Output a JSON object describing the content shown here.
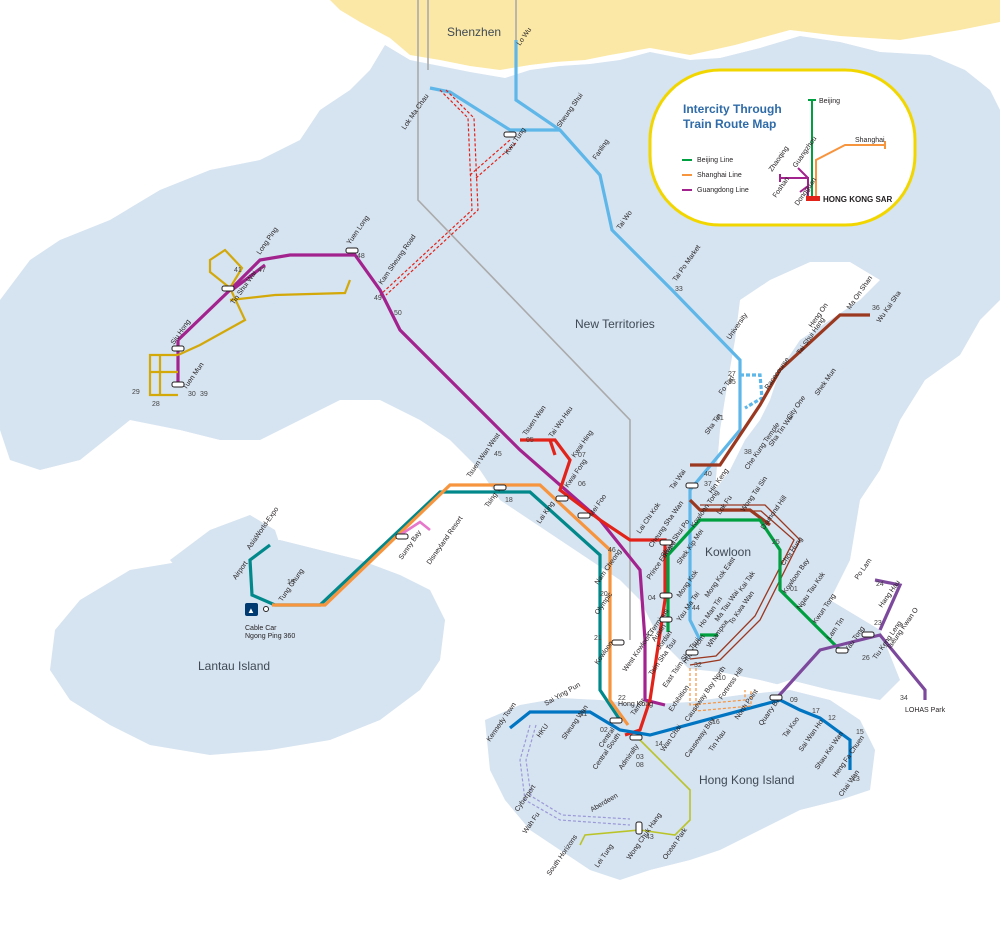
{
  "regions": {
    "shenzhen": "Shenzhen",
    "new_territories": "New Territories",
    "kowloon": "Kowloon",
    "lantau": "Lantau Island",
    "hk_island": "Hong Kong Island"
  },
  "inset": {
    "title_line1": "Intercity Through",
    "title_line2": "Train Route Map",
    "legend": [
      "Beijing Line",
      "Shanghai Line",
      "Guangdong Line"
    ],
    "cities": {
      "beijing": "Beijing",
      "shanghai": "Shanghai",
      "zhaoqing": "Zhaoqing",
      "guangzhou": "Guangzhou",
      "foshan": "Foshan",
      "dongguan": "Dongguan",
      "hksar": "HONG KONG SAR"
    }
  },
  "stations": {
    "lo_wu": "Lo Wu",
    "lok_ma_chau": "Lok Ma Chau",
    "sheung_shui": "Sheung Shui",
    "kwu_tung": "Kwu Tung",
    "fanling": "Fanling",
    "tai_wo": "Tai Wo",
    "tai_po_market": "Tai Po Market",
    "university": "University",
    "racecourse": "Racecourse",
    "fo_tan": "Fo Tan",
    "sha_tin": "Sha Tin",
    "tai_wai": "Tai Wai",
    "ma_on_shan": "Ma On Shan",
    "heng_on": "Heng On",
    "wu_kai_sha": "Wu Kai Sha",
    "tai_shui_hang": "Tai Shui Hang",
    "shek_mun": "Shek Mun",
    "city_one": "City One",
    "sha_tin_wai": "Sha Tin Wai",
    "che_kung_temple": "Che Kung Temple",
    "yuen_long": "Yuen Long",
    "kam_sheung_road": "Kam Sheung Road",
    "long_ping": "Long Ping",
    "tin_shui_wai": "Tin Shui Wai",
    "siu_hong": "Siu Hong",
    "tuen_mun": "Tuen Mun",
    "tsuen_wan": "Tsuen Wan",
    "tai_wo_hau": "Tai Wo Hau",
    "kwai_hing": "Kwai Hing",
    "kwai_fong": "Kwai Fong",
    "tsuen_wan_west": "Tsuen Wan West",
    "lai_king": "Lai King",
    "mei_foo": "Mei Foo",
    "lai_chi_kok": "Lai Chi Kok",
    "cheung_sha_wan": "Cheung Sha Wan",
    "sham_shui_po": "Sham Shui Po",
    "tsing_yi": "Tsing Yi",
    "sunny_bay": "Sunny Bay",
    "disneyland_resort": "Disneyland Resort",
    "asiaworld_expo": "AsiaWorld-Expo",
    "airport": "Airport",
    "tung_chung": "Tung Chung",
    "cable_car": "Cable Car",
    "ngong_ping": "Ngong Ping 360",
    "nam_cheong": "Nam Cheong",
    "olympic": "Olympic",
    "kowloon_stn": "Kowloon",
    "west_kowloon_terminus": "West Kowloon Terminus",
    "austin": "Austin",
    "prince_edward": "Prince Edward",
    "mong_kok": "Mong Kok",
    "yau_ma_tei": "Yau Ma Tei",
    "jordan": "Jordan",
    "tsim_sha_tsui": "Tsim Sha Tsui",
    "east_tsim_sha_tsui": "East Tsim Sha Tsui",
    "hung_hom": "Hung Hom",
    "mong_kok_east": "Mong Kok East",
    "kowloon_tong": "Kowloon Tong",
    "shek_kip_mei": "Shek Kip Mei",
    "lok_fu": "Lok Fu",
    "wong_tai_sin": "Wong Tai Sin",
    "diamond_hill": "Diamond Hill",
    "choi_hung": "Choi Hung",
    "kowloon_bay": "Kowloon Bay",
    "ngau_tau_kok": "Ngau Tau Kok",
    "kwun_tong": "Kwun Tong",
    "lam_tin": "Lam Tin",
    "yau_tong": "Yau Tong",
    "tiu_keng_leng": "Tiu Keng Leng",
    "tseung_kwan_o": "Tseung Kwan O",
    "hang_hau": "Hang Hau",
    "po_lam": "Po Lam",
    "lohas_park": "LOHAS Park",
    "kai_tak": "Kai Tak",
    "to_kwa_wan": "To Kwa Wan",
    "ma_tau_wai": "Ma Tau Wai",
    "ho_man_tin": "Ho Man Tin",
    "whampoa": "Whampoa",
    "hin_keng": "Hin Keng",
    "kennedy_town": "Kennedy Town",
    "hku": "HKU",
    "sai_ying_pun": "Sai Ying Pun",
    "sheung_wan": "Sheung Wan",
    "hong_kong": "Hong Kong",
    "central": "Central",
    "central_south": "Central South",
    "admiralty": "Admiralty",
    "tamar": "Tamar",
    "exhibition": "Exhibition",
    "wan_chai": "Wan Chai",
    "causeway_bay": "Causeway Bay",
    "causeway_bay_north": "Causeway Bay North",
    "tin_hau": "Tin Hau",
    "fortress_hill": "Fortress Hill",
    "north_point": "North Point",
    "quarry_bay": "Quarry Bay",
    "tai_koo": "Tai Koo",
    "sai_wan_ho": "Sai Wan Ho",
    "shau_kei_wan": "Shau Kei Wan",
    "heng_fa_chuen": "Heng Fa Chuen",
    "chai_wan": "Chai Wan",
    "cyberport": "Cyberport",
    "wah_fu": "Wah Fu",
    "aberdeen": "Aberdeen",
    "south_horizons": "South Horizons",
    "lei_tung": "Lei Tung",
    "wong_chuk_hang": "Wong Chuk Hang",
    "ocean_park": "Ocean Park"
  },
  "numbers": {
    "n01": "01",
    "n02": "02",
    "n03": "03",
    "n04": "04",
    "n05": "05",
    "n06": "06",
    "n07": "07",
    "n08": "08",
    "n09": "09",
    "n10": "10",
    "n11": "11",
    "n12": "12",
    "n13": "13",
    "n14": "14",
    "n15": "15",
    "n16": "16",
    "n17": "17",
    "n18": "18",
    "n19": "19",
    "n20": "20",
    "n21": "21",
    "n22": "22",
    "n23": "23",
    "n24": "24",
    "n25": "25",
    "n26": "26",
    "n27": "27",
    "n28": "28",
    "n29": "29",
    "n30": "30",
    "n31": "31",
    "n32": "32",
    "n33": "33",
    "n34": "34",
    "n35": "35",
    "n36": "36",
    "n37": "37",
    "n38": "38",
    "n39": "39",
    "n40": "40",
    "n41": "41",
    "n42": "42",
    "n43": "43",
    "n44": "44",
    "n45": "45",
    "n46": "46",
    "n47": "47",
    "n48": "48",
    "n49": "49",
    "n50": "50"
  },
  "colors": {
    "sea": "#ffffff",
    "land": "#d6e3f0",
    "mainland": "#fbe8a6",
    "east_rail": "#5eb7e8",
    "tuen_ma": "#9a3820",
    "west_rail": "#a3238e",
    "tsuen_wan": "#e2231a",
    "kwun_tong": "#00a040",
    "tseung_kwan_o": "#7d499d",
    "island": "#0075c2",
    "tung_chung": "#f7943e",
    "airport_express": "#00888a",
    "disneyland": "#e777cb",
    "light_rail": "#d3a809",
    "south_island": "#bac429",
    "intercity": "#aaaaaa",
    "inset_border": "#f2d600"
  }
}
